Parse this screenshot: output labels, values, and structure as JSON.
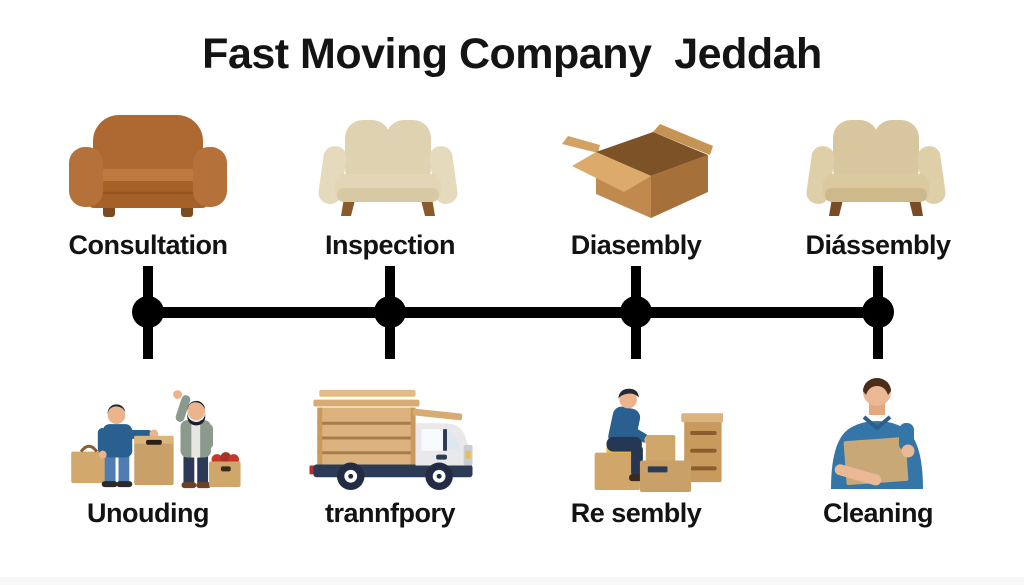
{
  "title": "Fast Moving Company  Jeddah",
  "palette": {
    "background": "#ffffff",
    "text": "#131313",
    "timeline": "#000000",
    "cardboard": "#c9a168",
    "sofa_brown": "#ad6931",
    "sofa_cream": "#ded2b0",
    "sofa_tan": "#d8c69e",
    "shirt_blue": "#2a6090",
    "truck_navy": "#2b3a55"
  },
  "steps_top": [
    {
      "label": "Consultation",
      "icon": "brown-sofa-icon"
    },
    {
      "label": "Inspection",
      "icon": "cream-loveseat-icon"
    },
    {
      "label": "Diasembly",
      "icon": "cardboard-box-icon"
    },
    {
      "label": "Diássembly",
      "icon": "tan-loveseat-icon"
    }
  ],
  "steps_bottom": [
    {
      "label": "Unouding",
      "icon": "movers-icon"
    },
    {
      "label": "trannfpory",
      "icon": "moving-truck-icon"
    },
    {
      "label": "Re sembly",
      "icon": "unpacking-person-icon"
    },
    {
      "label": "Cleaning",
      "icon": "person-carrying-box-icon"
    }
  ]
}
